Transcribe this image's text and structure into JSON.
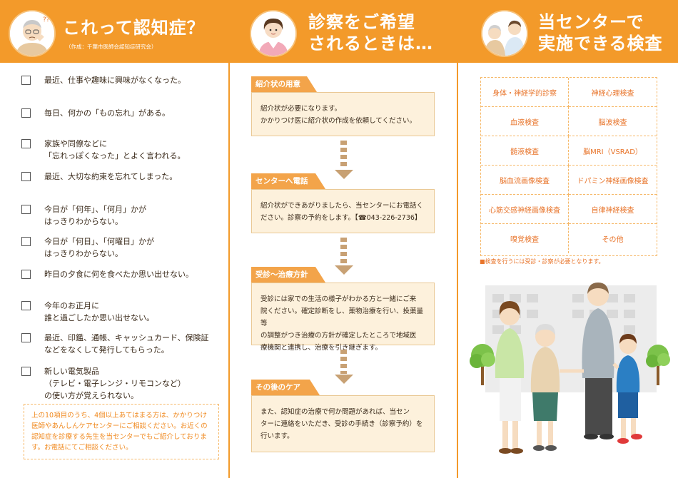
{
  "colors": {
    "accent": "#f39a2a",
    "step_bg": "#fdf1dc",
    "note_text": "#f08a20"
  },
  "col1": {
    "title": "これって認知症？",
    "subtitle": "（作成：千葉市医師会認知症研究会）",
    "checklist": [
      "最近、仕事や趣味に興味がなくなった。",
      "毎日、何かの「もの忘れ」がある。",
      "家族や同僚などに\n「忘れっぽくなった」とよく言われる。",
      "最近、大切な約束を忘れてしまった。",
      "今日が「何年」、「何月」かが\nはっきりわからない。",
      "今日が「何日」、「何曜日」かが\nはっきりわからない。",
      "昨日の夕食に何を食べたか思い出せない。",
      "今年のお正月に\n誰と過ごしたか思い出せない。",
      "最近、印鑑、通帳、キャッシュカード、保険証\nなどをなくして発行してもらった。",
      "新しい電気製品\n（テレビ・電子レンジ・リモコンなど）\nの使い方が覚えられない。"
    ],
    "note": "上の10項目のうち、4個以上あてはまる方は、かかりつけ医師やあんしんケアセンターにご相談ください。お近くの認知症を診療する先生を当センターでもご紹介しております。お電話にてご相談ください。"
  },
  "col2": {
    "title_line1": "診察をご希望",
    "title_line2": "されるときは…",
    "steps": [
      {
        "label": "紹介状の用意",
        "text": "紹介状が必要になります。\nかかりつけ医に紹介状の作成を依頼してください。"
      },
      {
        "label": "センターへ電話",
        "text": "紹介状ができあがりましたら、当センターにお電話く\nださい。診察の予約をします。【☎043-226-2736】"
      },
      {
        "label": "受診～治療方針",
        "text": "受診には家での生活の様子がわかる方と一緒にご来\n院ください。確定診断をし、薬物治療を行い、投薬量等\nの調整がつき治療の方針が確定したところで地域医\n療機関と連携し、治療を引き継ぎます。"
      },
      {
        "label": "その後のケア",
        "text": "また、認知症の治療で何か問題があれば、当セン\nターに連絡をいただき、受診の手続き（診察予約）を\n行います。"
      }
    ]
  },
  "col3": {
    "title_line1": "当センターで",
    "title_line2": "実施できる検査",
    "tests": [
      "身体・神経学的診察",
      "神経心理検査",
      "血液検査",
      "脳波検査",
      "髄液検査",
      "脳MRI（VSRAD）",
      "脳血流画像検査",
      "ドパミン神経画像検査",
      "心筋交感神経画像検査",
      "自律神経検査",
      "嗅覚検査",
      "その他"
    ],
    "note": "■検査を行うには受診・診察が必要となります。"
  }
}
